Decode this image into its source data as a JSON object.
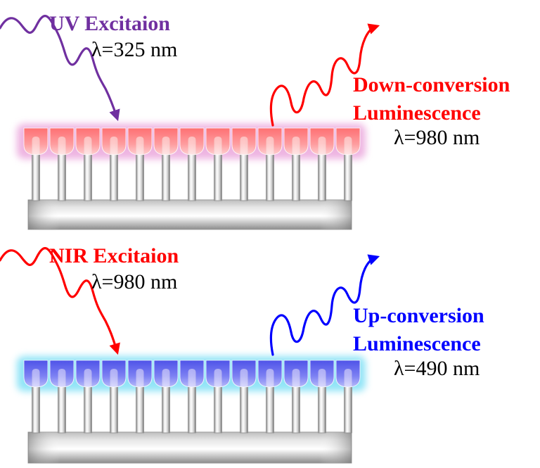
{
  "colors": {
    "uv_purple": "#7030A0",
    "red": "#FF0000",
    "blue": "#0000FF",
    "text_black": "#000000",
    "cap_pink": "#FF8A8A",
    "cap_pink_glow": "#E89BD8",
    "cap_blue": "#6E6EF2",
    "cap_blue_glow": "#7FE0F5"
  },
  "top_panel": {
    "excitation_title": "UV Excitaion",
    "excitation_wavelength": "λ=325 nm",
    "emission_title_line1": "Down-conversion",
    "emission_title_line2": "Luminescence",
    "emission_wavelength": "λ=980 nm"
  },
  "bottom_panel": {
    "excitation_title": "NIR Excitaion",
    "excitation_wavelength": "λ=980 nm",
    "emission_title_line1": "Up-conversion",
    "emission_title_line2": "Luminescence",
    "emission_wavelength": "λ=490 nm"
  }
}
